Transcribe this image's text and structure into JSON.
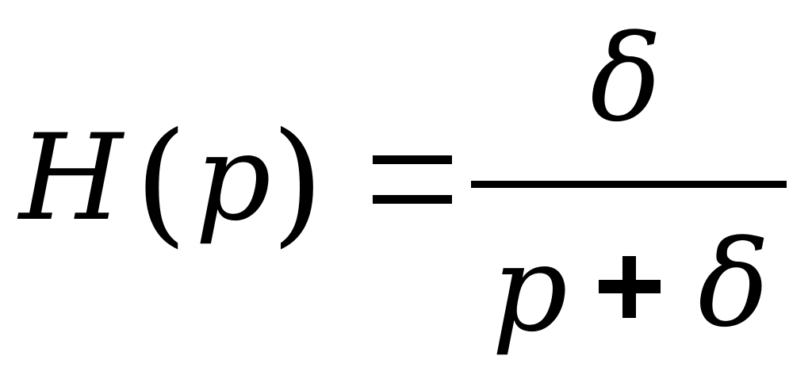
{
  "formula": {
    "lhs": {
      "function": "H",
      "open_paren": "(",
      "argument": "p",
      "close_paren": ")"
    },
    "relation": "=",
    "fraction": {
      "numerator": "δ",
      "denominator": {
        "term1": "p",
        "operator": "+",
        "term2": "δ"
      }
    }
  }
}
